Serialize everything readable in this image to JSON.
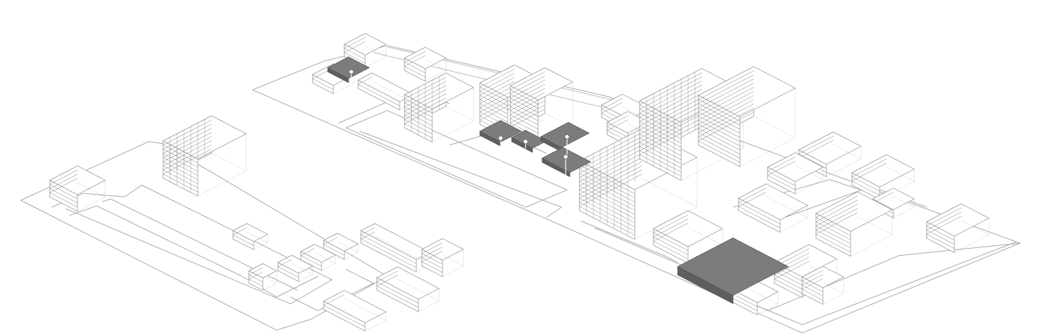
{
  "diagram": {
    "kind": "isometric-urban-massing",
    "labels": [],
    "colors": {
      "background": "#ffffff",
      "line": "#9a9a9a",
      "road": "#a8a8a8",
      "highlight_fill": "#7c7c7c",
      "highlight_stroke": "#5a5a5a",
      "marker": "#ffffff"
    },
    "highlighted_buildings": 6,
    "markers": 5
  }
}
